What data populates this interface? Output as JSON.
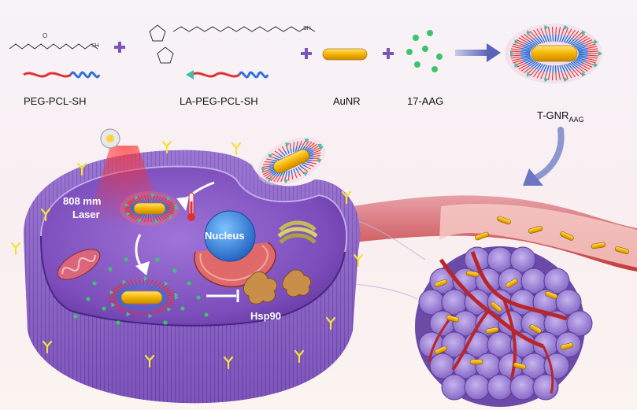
{
  "labels": {
    "peg_pcl_sh": "PEG-PCL-SH",
    "la_peg_pcl_sh": "LA-PEG-PCL-SH",
    "aunr": "AuNR",
    "aag": "17-AAG",
    "tgnr_main": "T-GNR",
    "tgnr_sub": "AAG",
    "laser_line1": "808 mm",
    "laser_line2": "Laser",
    "nucleus": "Nucleus",
    "hsp90": "Hsp90"
  },
  "colors": {
    "background_top": "#f6f2f8",
    "cell_purple": "#7a4bb0",
    "cell_interior": "#8b5cc6",
    "gold_rod": "#f4b400",
    "red_strand": "#e0302e",
    "blue_strand": "#2f6fd6",
    "green_drug": "#3cc46a",
    "teal_ligand": "#3fbfa8",
    "vessel_red": "#c9302c",
    "tumor_purple": "#9a7fd4",
    "receptor_yellow": "#f2e33a"
  },
  "icons": [
    "plus-icon",
    "arrow-right-icon",
    "laser-source-icon",
    "thermometer-icon",
    "inhibit-arrow-icon"
  ]
}
